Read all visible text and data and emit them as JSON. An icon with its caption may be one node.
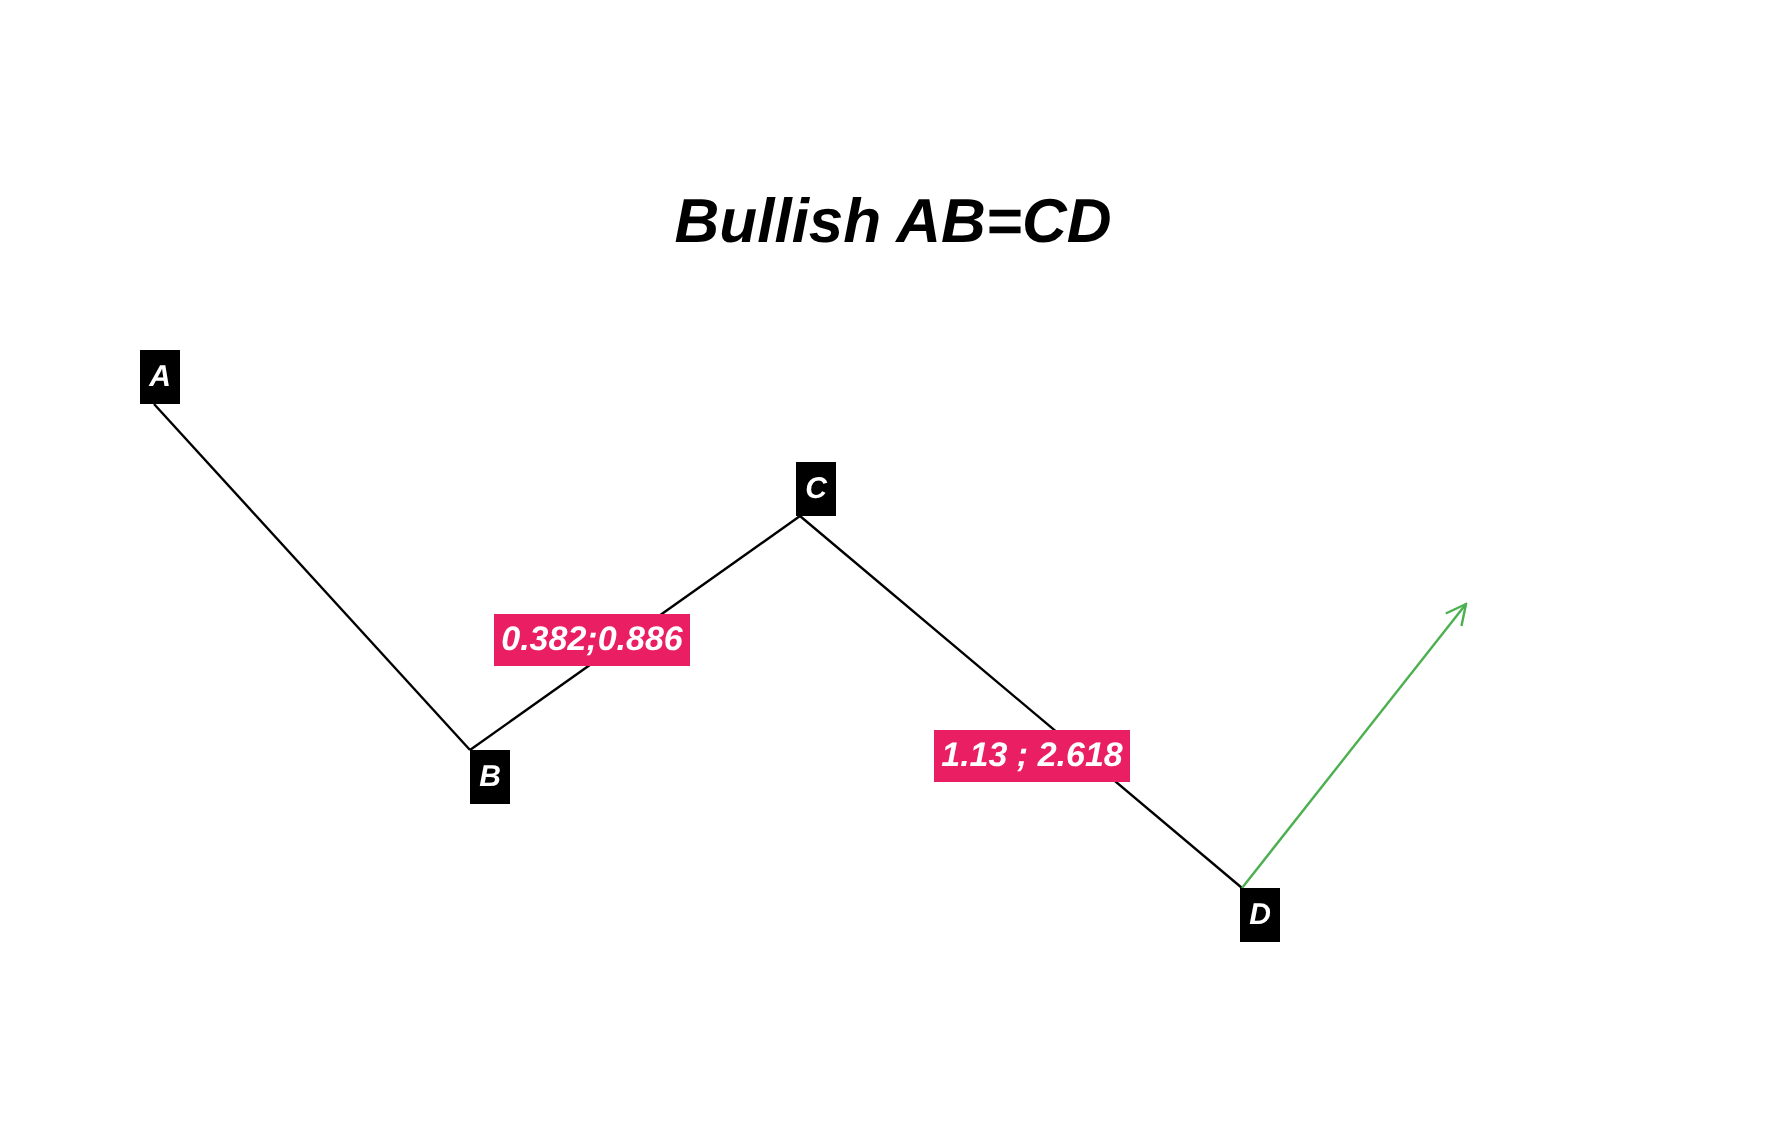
{
  "diagram": {
    "title": "Bullish AB=CD",
    "nodes": [
      {
        "text": [
          "A"
        ]
      },
      {
        "text": [
          "B"
        ]
      },
      {
        "text": [
          "C"
        ]
      },
      {
        "text": [
          "D"
        ]
      }
    ],
    "edges": [
      {
        "from": 0,
        "to": 1,
        "arrow": "none"
      },
      {
        "from": 1,
        "to": 2,
        "arrow": "none",
        "label": "0.382;0.886"
      },
      {
        "from": 2,
        "to": 3,
        "arrow": "none",
        "label": "1.13 ; 2.618"
      },
      {
        "from": 3,
        "to": null,
        "arrow": "to",
        "color": "#4caf50"
      }
    ]
  }
}
